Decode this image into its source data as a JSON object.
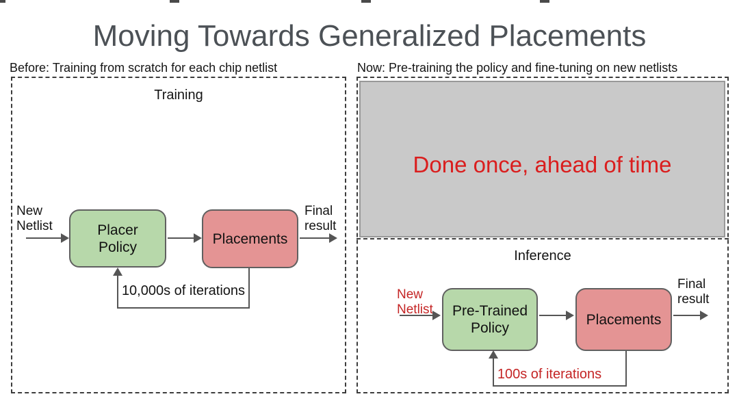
{
  "slide": {
    "title": "Moving Towards Generalized Placements"
  },
  "colors": {
    "title_gray": "#4c5156",
    "text_black": "#141414",
    "policy_green": "#b7d8aa",
    "placements_red": "#e49494",
    "box_border": "#606060",
    "banner_gray_fill": "#c9c9c9",
    "banner_gray_border": "#999999",
    "banner_red": "#da1e1e",
    "accent_red": "#c42525",
    "line_gray": "#555555"
  },
  "left_panel": {
    "heading": "Before: Training from scratch for each chip netlist",
    "stage_label": "Training",
    "input_label": "New\nNetlist",
    "policy_box_label": "Placer\nPolicy",
    "placements_box_label": "Placements",
    "output_label": "Final\nresult",
    "loop_label": "10,000s of iterations"
  },
  "right_panel": {
    "heading": "Now: Pre-training the policy and fine-tuning on new netlists",
    "banner_label": "Done once, ahead of time",
    "stage_label": "Inference",
    "input_label": "New\nNetlist",
    "policy_box_label": "Pre-Trained\nPolicy",
    "placements_box_label": "Placements",
    "output_label": "Final\nresult",
    "loop_label": "100s of iterations"
  }
}
